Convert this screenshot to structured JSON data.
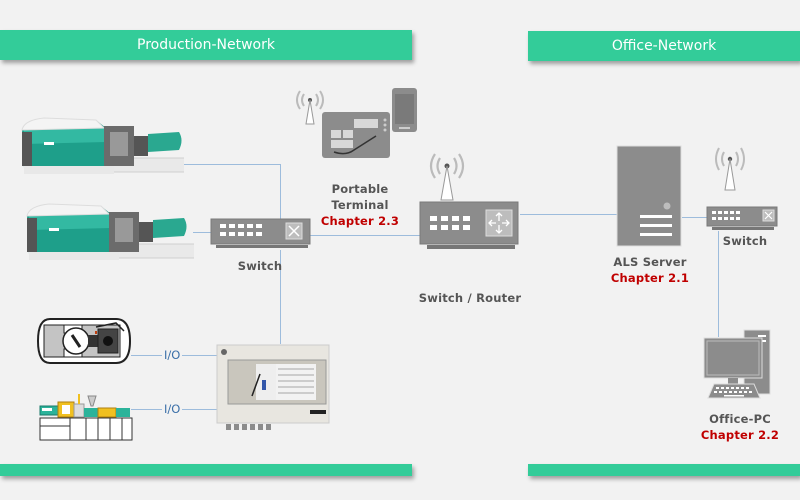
{
  "sections": {
    "production": {
      "title": "Production-Network"
    },
    "office": {
      "title": "Office-Network"
    }
  },
  "colors": {
    "band": "#33cc99",
    "chapter": "#c00000",
    "wire": "#9dbcdc",
    "device": "#8c8c8c",
    "label": "#555555"
  },
  "devices": {
    "machine1": {
      "icon": "injection-molding-machine-icon"
    },
    "machine2": {
      "icon": "injection-molding-machine-icon"
    },
    "prod_switch": {
      "name": "Switch",
      "icon": "network-switch-icon"
    },
    "portable_terminal": {
      "name_line1": "Portable",
      "name_line2": "Terminal",
      "chapter": "Chapter 2.3",
      "icon": "tablet-smartphone-icon"
    },
    "switch_router": {
      "name": "Switch / Router",
      "icon": "wireless-router-icon"
    },
    "als_server": {
      "name": "ALS Server",
      "chapter": "Chapter 2.1",
      "icon": "server-tower-icon"
    },
    "office_switch": {
      "name": "Switch",
      "icon": "wireless-switch-icon"
    },
    "office_pc": {
      "name": "Office-PC",
      "chapter": "Chapter 2.2",
      "icon": "desktop-pc-icon"
    },
    "peripheral1": {
      "icon": "temperature-controller-icon"
    },
    "peripheral2": {
      "icon": "small-molding-machine-icon"
    },
    "io_box": {
      "icon": "io-control-cabinet-icon"
    }
  },
  "connections": {
    "io_label_1": "I/O",
    "io_label_2": "I/O"
  }
}
